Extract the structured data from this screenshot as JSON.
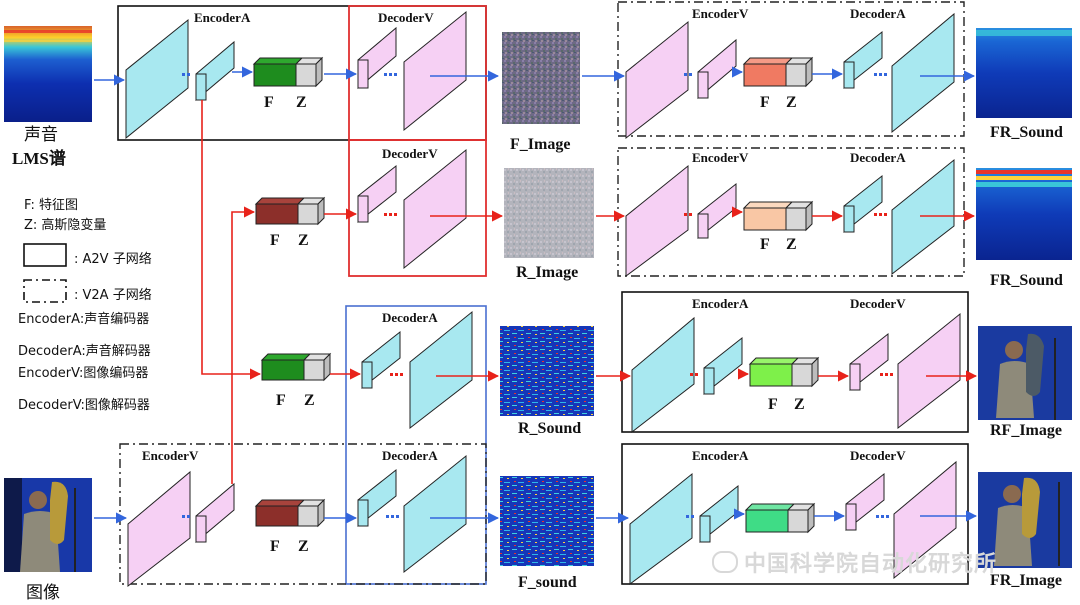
{
  "labels": {
    "input_sound_line1": "声音",
    "input_sound_line2": "LMS谱",
    "input_image": "图像",
    "encoder_a": "EncoderA",
    "decoder_a": "DecoderA",
    "encoder_v": "EncoderV",
    "decoder_v": "DecoderV",
    "f": "F",
    "z": "Z",
    "f_image": "F_Image",
    "r_image": "R_Image",
    "r_sound": "R_Sound",
    "f_sound": "F_sound",
    "fr_sound": "FR_Sound",
    "rf_image": "RF_Image",
    "fr_image": "FR_Image"
  },
  "legend": {
    "f_def": "F: 特征图",
    "z_def": "Z: 高斯隐变量",
    "a2v": ": A2V 子网络",
    "v2a": ": V2A 子网络",
    "encoder_a_def": "EncoderA:声音编码器",
    "decoder_a_def": "DecoderA:声音解码器",
    "encoder_v_def": "EncoderV:图像编码器",
    "decoder_v_def": "DecoderV:图像解码器"
  },
  "watermark": "中国科学院自动化研究所",
  "colors": {
    "audio_block": "#a8e8f0",
    "image_block": "#f6d0f4",
    "blue_arrow": "#3366dd",
    "red_arrow": "#e8221a",
    "red_box": "#e03030",
    "blue_box": "#4a6fd0",
    "feature_green": "#1e8c1e",
    "feature_brown": "#8c2f2a",
    "feature_salmon": "#f07a62",
    "feature_peach": "#f9c7a5",
    "feature_lime": "#7ef04a",
    "feature_mint": "#3fdc86"
  }
}
